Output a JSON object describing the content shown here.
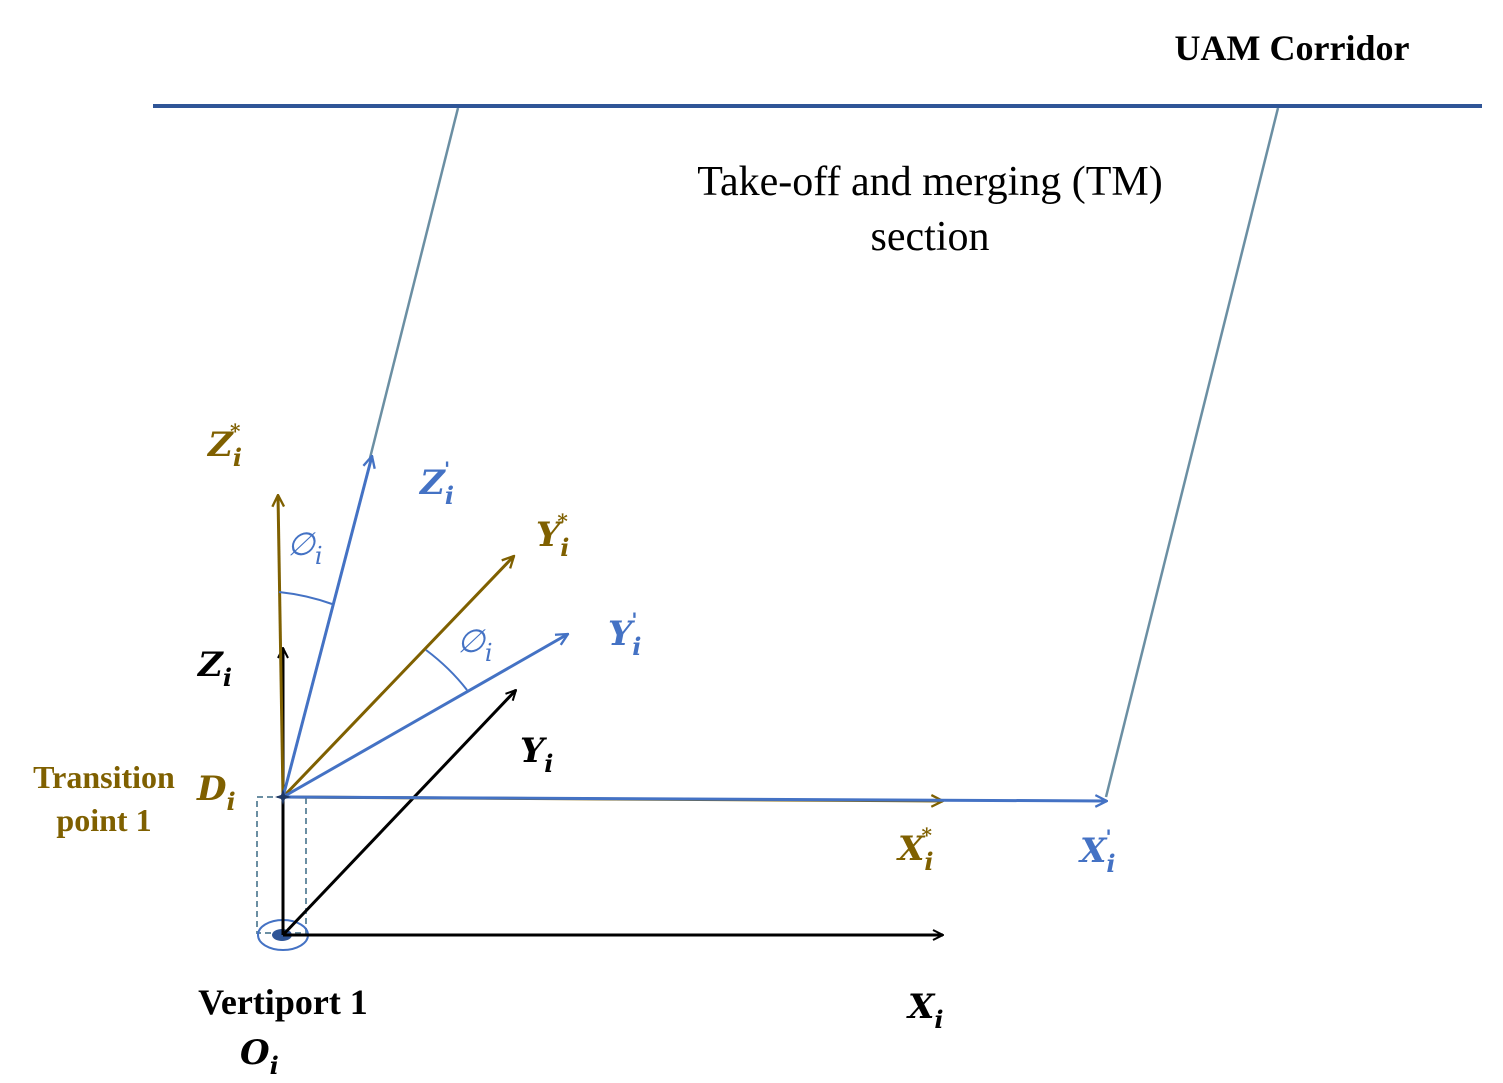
{
  "corridor_label": "UAM Corridor",
  "section_label": {
    "line1": "Take-off and merging (TM)",
    "line2": "section"
  },
  "vertiport": {
    "name": "Vertiport 1",
    "origin_base": "O",
    "origin_sub": "i"
  },
  "transition_point": {
    "line1": "Transition",
    "line2": "point 1",
    "symbol_base": "D",
    "symbol_sub": "i"
  },
  "axes": {
    "x": {
      "base": "X",
      "sub": "i",
      "sup": ""
    },
    "y": {
      "base": "Y",
      "sub": "i",
      "sup": ""
    },
    "z": {
      "base": "Z",
      "sub": "i",
      "sup": ""
    },
    "x_star": {
      "base": "X",
      "sub": "i",
      "sup": "*"
    },
    "y_star": {
      "base": "Y",
      "sub": "i",
      "sup": "*"
    },
    "z_star": {
      "base": "Z",
      "sub": "i",
      "sup": "*"
    },
    "x_prime": {
      "base": "X",
      "sub": "i",
      "sup": "'"
    },
    "y_prime": {
      "base": "Y",
      "sub": "i",
      "sup": "'"
    },
    "z_prime": {
      "base": "Z",
      "sub": "i",
      "sup": "'"
    }
  },
  "angle_label": {
    "base": "∅",
    "sub": "i"
  },
  "colors": {
    "black": "#000000",
    "olive": "#7f6000",
    "blue": "#4472c4",
    "corridor_blue": "#2f5597",
    "section_edge": "#6b8fa3"
  }
}
